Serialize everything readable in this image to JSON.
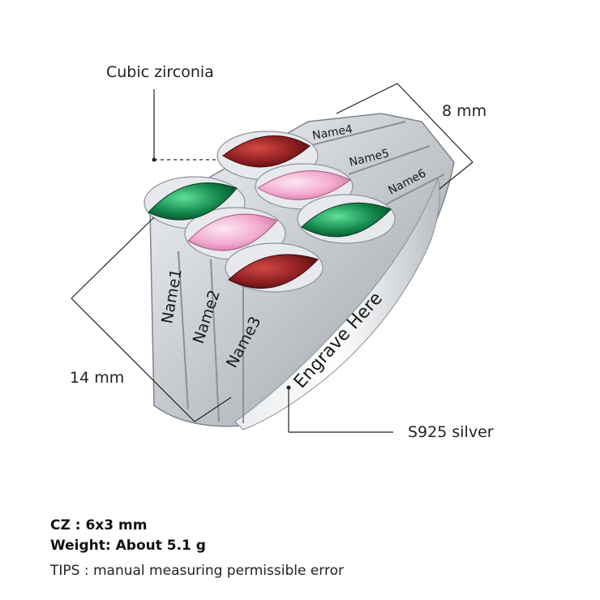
{
  "labels": {
    "stone": "Cubic zirconia",
    "width": "8 mm",
    "length": "14 mm",
    "metal": "S925 silver"
  },
  "engravings": {
    "name1": "Name1",
    "name2": "Name2",
    "name3": "Name3",
    "name4": "Name4",
    "name5": "Name5",
    "name6": "Name6",
    "inner": "Engrave Here"
  },
  "specs": {
    "cz": "CZ : 6x3 mm",
    "weight": "Weight: About 5.1 g",
    "tips": "TIPS : manual measuring permissible error"
  },
  "colors": {
    "background": "#ffffff",
    "silver": "#d9dce0",
    "garnet": "#8e1f22",
    "pink": "#f2a9cf",
    "emerald": "#13864a"
  }
}
